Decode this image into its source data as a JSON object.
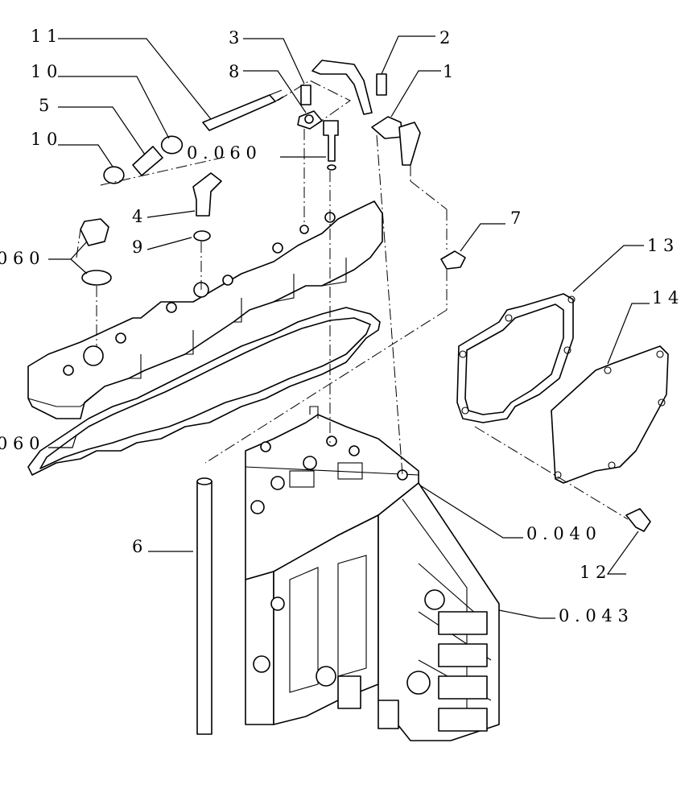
{
  "labels": {
    "p11": "1 1",
    "p10a": "1 0",
    "p5": "5",
    "p10b": "1 0",
    "p3": "3",
    "p8": "8",
    "p2": "2",
    "p1": "1",
    "ref060a": "0 . 0 6 0",
    "p4": "4",
    "p9": "9",
    "ref060b": "0 6 0",
    "p7": "7",
    "p13": "1 3",
    "p14": "1 4",
    "ref060c": "0 6 0",
    "ref040": "0 . 0 4 0",
    "p6": "6",
    "p12": "1 2",
    "ref043": "0 . 0 4 3"
  }
}
